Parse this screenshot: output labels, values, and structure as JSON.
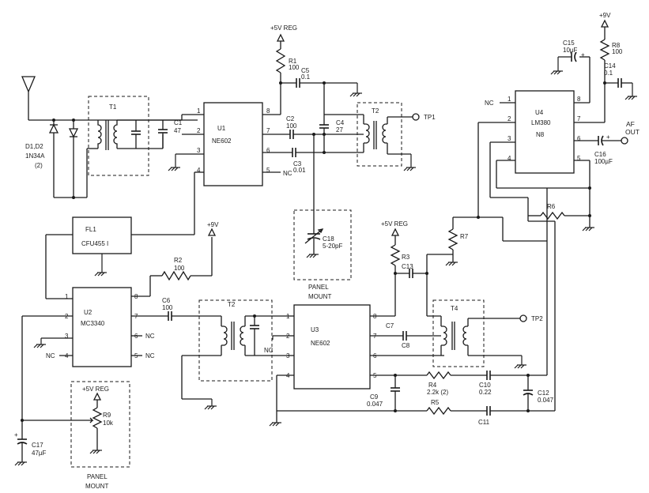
{
  "diagram_type": "circuit-schematic",
  "components": {
    "U1": {
      "ref": "U1",
      "part": "NE602",
      "pins": [
        "1",
        "2",
        "3",
        "4",
        "5",
        "6",
        "7",
        "8"
      ]
    },
    "U2": {
      "ref": "U2",
      "part": "MC3340",
      "pins": [
        "1",
        "2",
        "3",
        "4",
        "5",
        "6",
        "7",
        "8"
      ]
    },
    "U3": {
      "ref": "U3",
      "part": "NE602",
      "pins": [
        "1",
        "2",
        "3",
        "4",
        "5",
        "6",
        "7",
        "8"
      ]
    },
    "U4": {
      "ref": "U4",
      "part": "LM380",
      "part2": "N8",
      "pins": [
        "1",
        "2",
        "3",
        "4",
        "5",
        "6",
        "7",
        "8"
      ]
    },
    "FL1": {
      "ref": "FL1",
      "part": "CFU455 I"
    },
    "T1": "T1",
    "T2a": "T2",
    "T2b": "T2",
    "T4": "T4",
    "R1": {
      "ref": "R1",
      "value": "100"
    },
    "R2": {
      "ref": "R2",
      "value": "100"
    },
    "R3": "R3",
    "R4": {
      "ref": "R4",
      "value": "2.2k (2)"
    },
    "R5": "R5",
    "R6": "R6",
    "R7": "R7",
    "R8": {
      "ref": "R8",
      "value": "100"
    },
    "R9": {
      "ref": "R9",
      "value": "10k"
    },
    "C1": {
      "ref": "C1",
      "value": "47"
    },
    "C2": {
      "ref": "C2",
      "value": "100"
    },
    "C3": {
      "ref": "C3",
      "value": "0.01"
    },
    "C4": {
      "ref": "C4",
      "value": "27"
    },
    "C5": {
      "ref": "C5",
      "value": "0.1"
    },
    "C6": {
      "ref": "C6",
      "value": "100"
    },
    "C7": "C7",
    "C8": "C8",
    "C9": {
      "ref": "C9",
      "value": "0.047"
    },
    "C10": {
      "ref": "C10",
      "value": "0.22"
    },
    "C11": "C11",
    "C12": {
      "ref": "C12",
      "value": "0.047"
    },
    "C13": "C13",
    "C14": {
      "ref": "C14",
      "value": "0.1"
    },
    "C15": {
      "ref": "C15",
      "value": "10µF"
    },
    "C16": {
      "ref": "C16",
      "value": "100µF"
    },
    "C17": {
      "ref": "C17",
      "value": "47µF"
    },
    "C18": {
      "ref": "C18",
      "value": "5-20pF"
    },
    "D1D2": {
      "ref": "D1,D2",
      "part": "1N34A",
      "qty": "(2)"
    }
  },
  "labels": {
    "vreg_top": "+5V REG",
    "vreg_mid": "+5V REG",
    "vreg_bottom": "+5V REG",
    "v9_top": "+9V",
    "v9_mid": "+9V",
    "tp1": "TP1",
    "tp2": "TP2",
    "af_out_1": "AF",
    "af_out_2": "OUT",
    "nc": "NC",
    "panel_mount_1a": "PANEL",
    "panel_mount_1b": "MOUNT",
    "panel_mount_2a": "PANEL",
    "panel_mount_2b": "MOUNT",
    "plus": "+"
  }
}
